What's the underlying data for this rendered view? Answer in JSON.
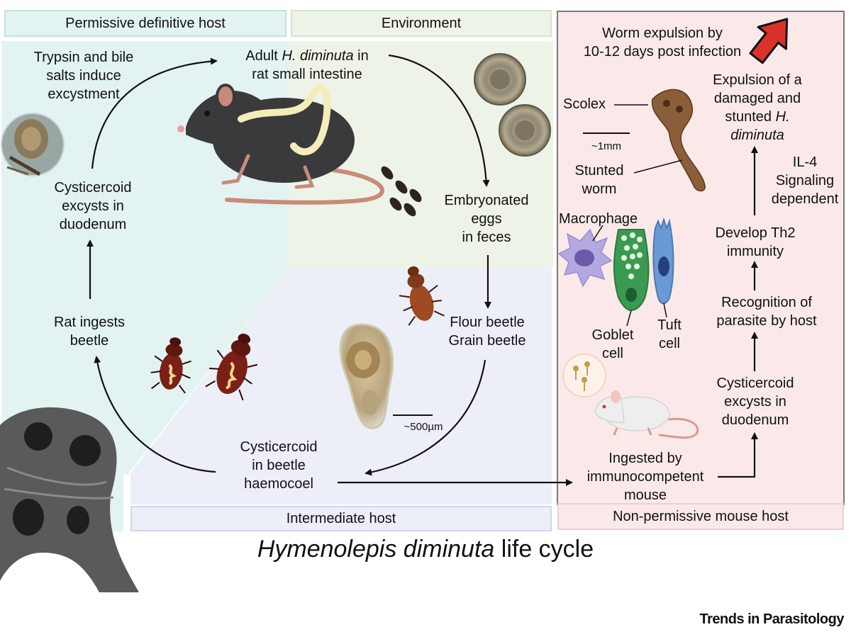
{
  "sections": {
    "definitive_host": "Permissive definitive  host",
    "environment": "Environment",
    "intermediate_host": "Intermediate host",
    "mouse_host": "Non-permissive mouse host"
  },
  "cycle": {
    "adult_pre": "Adult ",
    "adult_em": "H. diminuta",
    "adult_post": " in",
    "adult_line2": "rat small intestine",
    "trypsin_l1": "Trypsin and bile",
    "trypsin_l2": "salts induce",
    "trypsin_l3": "excystment",
    "excyst_l1": "Cysticercoid",
    "excyst_l2": "excysts in",
    "excyst_l3": "duodenum",
    "ingests_l1": "Rat ingests",
    "ingests_l2": "beetle",
    "eggs_l1": "Embryonated",
    "eggs_l2": "eggs",
    "eggs_l3": "in feces",
    "beetle_l1": "Flour beetle",
    "beetle_l2": "Grain beetle",
    "haemo_l1": "Cysticercoid",
    "haemo_l2": "in beetle",
    "haemo_l3": "haemocoel",
    "scale_500": "~500µm"
  },
  "mouse": {
    "expulsion_l1": "Worm expulsion by",
    "expulsion_l2": "10-12 days post infection",
    "damaged_l1": "Expulsion of a",
    "damaged_l2": "damaged and",
    "damaged_l3_pre": "stunted ",
    "damaged_l3_em": "H.",
    "damaged_l4_em": "diminuta",
    "scolex": "Scolex",
    "scale_1mm": "~1mm",
    "stunted_l1": "Stunted",
    "stunted_l2": "worm",
    "il4_l1": "IL-4",
    "il4_l2": "Signaling",
    "il4_l3": "dependent",
    "macrophage": "Macrophage",
    "th2_l1": "Develop Th2",
    "th2_l2": "immunity",
    "recog_l1": "Recognition of",
    "recog_l2": "parasite by host",
    "goblet_l1": "Goblet",
    "goblet_l2": "cell",
    "tuft_l1": "Tuft",
    "tuft_l2": "cell",
    "cysti_l1": "Cysticercoid",
    "cysti_l2": "excysts in",
    "cysti_l3": "duodenum",
    "ingested_l1": "Ingested by",
    "ingested_l2": "immunocompetent",
    "ingested_l3": "mouse"
  },
  "figure_title_em": "Hymenolepis diminuta",
  "figure_title_rest": " life cycle",
  "credit": "Trends in Parasitology",
  "colors": {
    "definitive_bg": "#e3f3f1",
    "environment_bg": "#eef3e8",
    "intermediate_bg": "#eceff8",
    "mouse_bg": "#fbe9ea",
    "arrow_red": "#d8322a"
  }
}
